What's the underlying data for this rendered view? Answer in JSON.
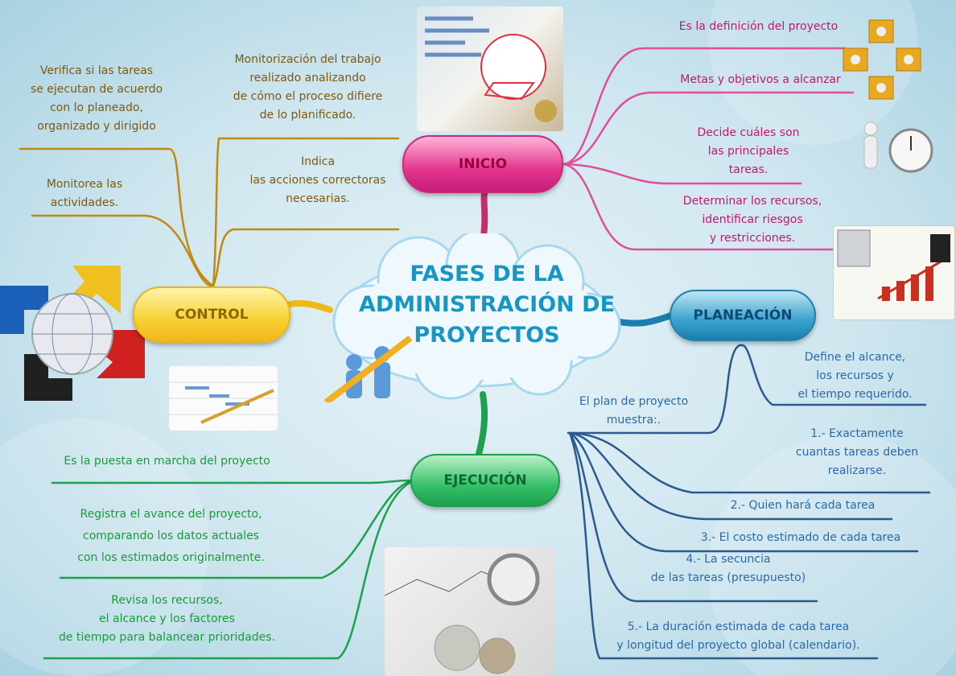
{
  "title": "FASES DE LA ADMINISTRACIÓN DE PROYECTOS",
  "title_lines": [
    "FASES DE LA",
    "ADMINISTRACIÓN DE",
    "PROYECTOS"
  ],
  "colors": {
    "inicio": "#e2358e",
    "control": "#f8d035",
    "planeacion": "#1b7fae",
    "ejecucion": "#1ea050",
    "title": "#1796c4"
  },
  "nodes": {
    "inicio": {
      "label": "INICIO",
      "items": [
        [
          "Es la definición del proyecto"
        ],
        [
          "Metas y objetivos a alcanzar"
        ],
        [
          "Decide cuáles son",
          "las principales",
          "tareas."
        ],
        [
          "Determinar los recursos,",
          "identificar riesgos",
          "y restricciones."
        ]
      ]
    },
    "control": {
      "label": "CONTROL",
      "items": [
        [
          "Verifica si las tareas",
          "se ejecutan de acuerdo",
          "con lo planeado,",
          "organizado y dirigido"
        ],
        [
          "Monitorea las",
          "actividades."
        ],
        [
          "Monitorización del trabajo",
          "realizado analizando",
          "de cómo el proceso difiere",
          "de lo planificado."
        ],
        [
          "Indica",
          "las acciones correctoras",
          "necesarias."
        ]
      ]
    },
    "planeacion": {
      "label": "PLANEACIÓN",
      "items": [
        [
          "Define el alcance,",
          "los recursos y",
          "el tiempo requerido."
        ],
        [
          "El plan de proyecto",
          "muestra:."
        ]
      ],
      "plan_items": [
        [
          "1.- Exactamente",
          "cuantas tareas deben",
          "realizarse."
        ],
        [
          "2.- Quien hará cada tarea"
        ],
        [
          "3.- El costo estimado de cada tarea"
        ],
        [
          "4.- La secuncia",
          "de las tareas (presupuesto)"
        ],
        [
          "5.- La duración estimada de cada tarea",
          "y longitud del proyecto global (calendario)."
        ]
      ]
    },
    "ejecucion": {
      "label": "EJECUCIÓN",
      "items": [
        [
          "Es la puesta en marcha del proyecto"
        ],
        [
          "Registra el avance del proyecto,",
          "comparando los datos actuales",
          "con los estimados originalmente."
        ],
        [
          "Revisa los recursos,",
          "el alcance y los factores",
          "de tiempo para balancear prioridades."
        ]
      ]
    }
  }
}
